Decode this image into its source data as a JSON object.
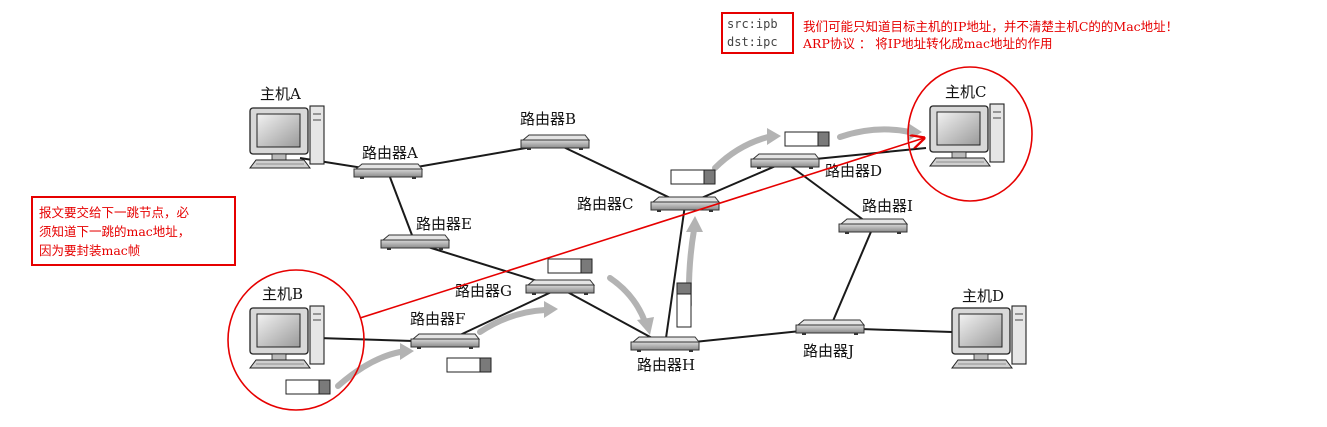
{
  "annotations": {
    "address_src": "src:ipb",
    "address_dst": "dst:ipc",
    "top_line1": "我们可能只知道目标主机的IP地址，并不清楚主机C的的Mac地址！",
    "top_line2": "ARP协议 ： 将IP地址转化成mac地址的作用",
    "left_line1": "报文要交给下一跳节点，必",
    "left_line2": "须知道下一跳的mac地址，",
    "left_line3": "因为要封装mac帧"
  },
  "hosts": {
    "a": "主机A",
    "b": "主机B",
    "c": "主机C",
    "d": "主机D"
  },
  "routers": {
    "a": "路由器A",
    "b": "路由器B",
    "c": "路由器C",
    "d": "路由器D",
    "e": "路由器E",
    "f": "路由器F",
    "g": "路由器G",
    "h": "路由器H",
    "i": "路由器I",
    "j": "路由器J"
  },
  "colors": {
    "annotation": "#e60000",
    "device": "#8f8f8f",
    "packet_fill": "#7a7a7a",
    "arrow": "#b3b3b3"
  }
}
